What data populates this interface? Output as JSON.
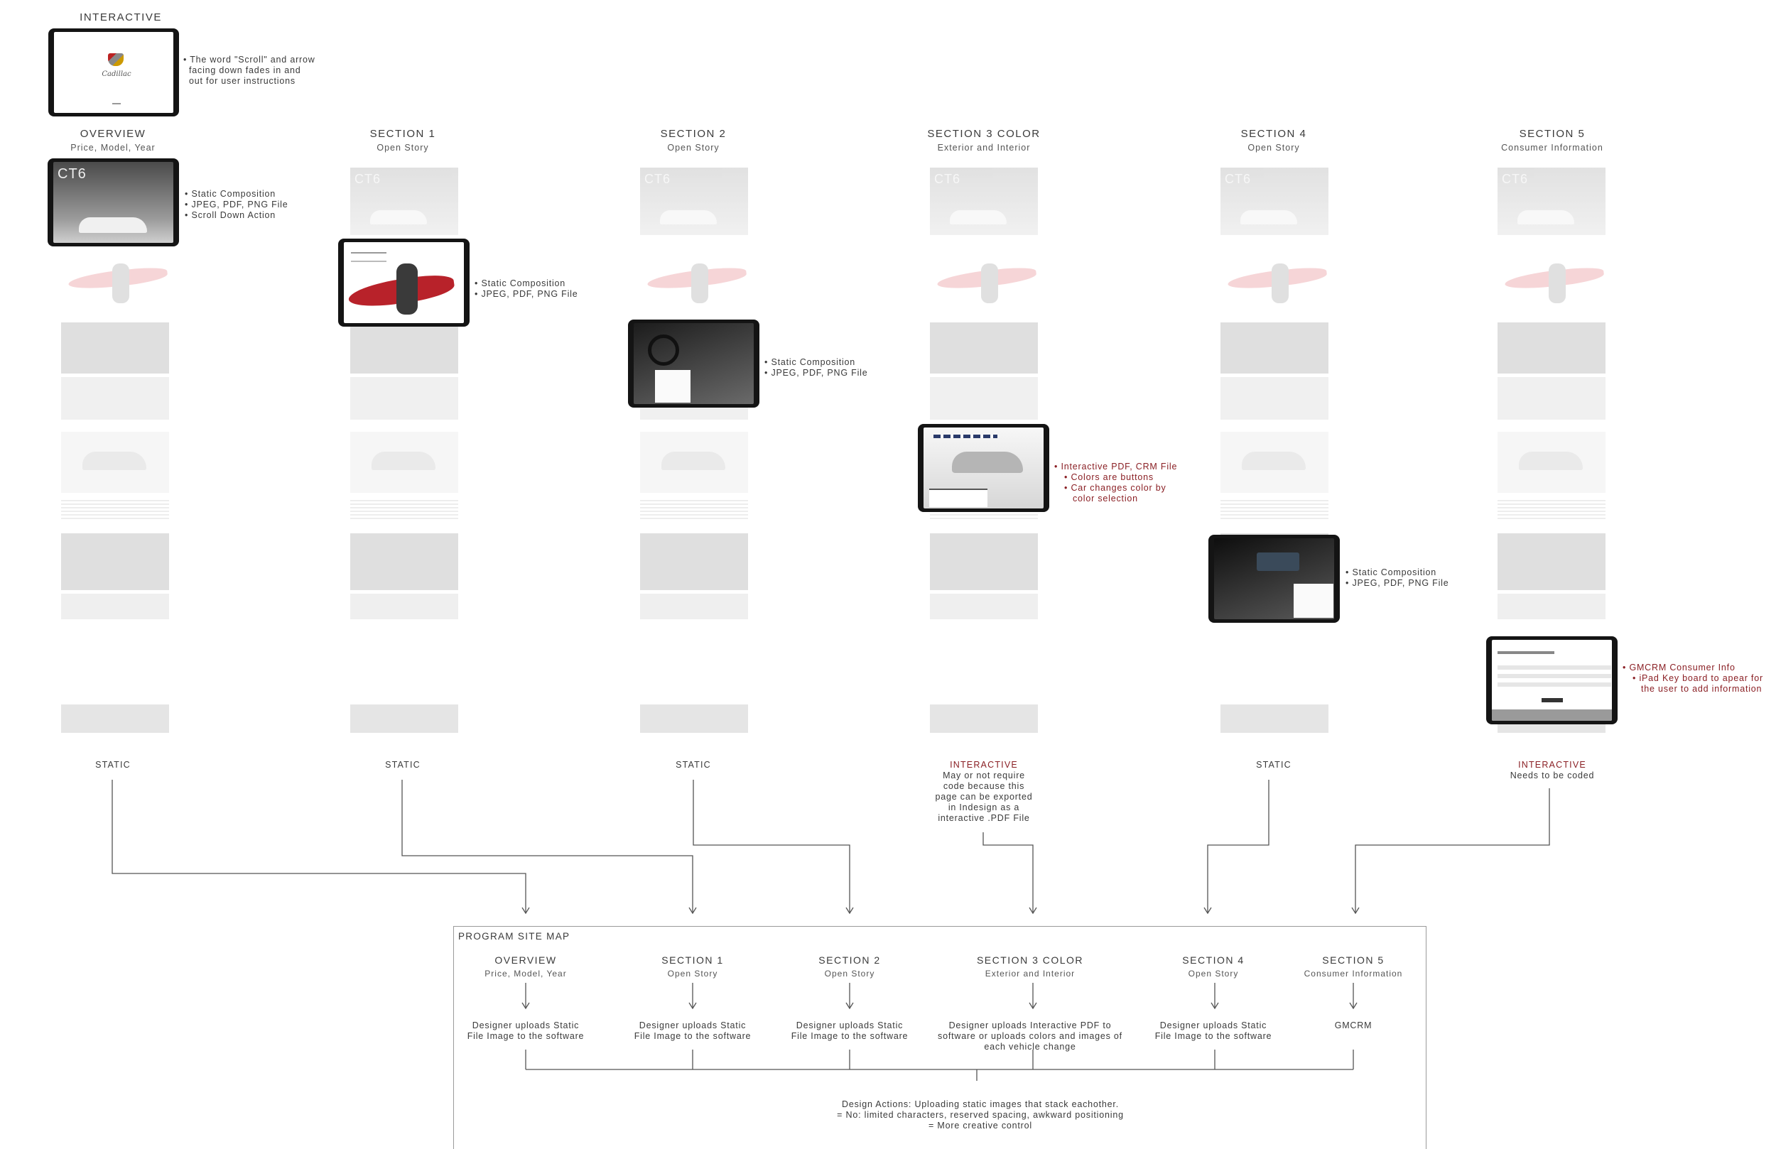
{
  "interactive_top": {
    "label": "INTERACTIVE",
    "note": "• The word \"Scroll\" and  arrow",
    "note2": "facing down  fades in and",
    "note3": "out for user instructions",
    "logo_text": "Cadillac"
  },
  "columns": [
    {
      "title": "OVERVIEW",
      "subtitle": "Price, Model, Year",
      "status": "STATIC",
      "status_type": "static",
      "notes": [
        "• Static Composition",
        "• JPEG, PDF, PNG File",
        "• Scroll Down Action"
      ]
    },
    {
      "title": "SECTION 1",
      "subtitle": "Open Story",
      "status": "STATIC",
      "status_type": "static",
      "notes": [
        "• Static Composition",
        "• JPEG, PDF, PNG File"
      ]
    },
    {
      "title": "SECTION 2",
      "subtitle": "Open Story",
      "status": "STATIC",
      "status_type": "static",
      "notes": [
        "• Static Composition",
        "• JPEG, PDF, PNG File"
      ]
    },
    {
      "title": "SECTION 3 COLOR",
      "subtitle": "Exterior and Interior",
      "status": "INTERACTIVE",
      "status_type": "interactive",
      "status_note": [
        "May or not require",
        "code because this",
        "page can be exported",
        "in Indesign as a",
        "interactive .PDF File"
      ],
      "notes": [
        "• Interactive PDF, CRM File",
        "• Colors are buttons",
        "• Car changes color by",
        "color selection"
      ]
    },
    {
      "title": "SECTION 4",
      "subtitle": "Open Story",
      "status": "STATIC",
      "status_type": "static",
      "notes": [
        "• Static Composition",
        "• JPEG, PDF, PNG File"
      ]
    },
    {
      "title": "SECTION 5",
      "subtitle": "Consumer Information",
      "status": "INTERACTIVE",
      "status_type": "interactive",
      "status_note": [
        "Needs to be coded"
      ],
      "notes": [
        "• GMCRM Consumer Info",
        "• iPad Key board to apear for",
        "the user to add information"
      ]
    }
  ],
  "hero_logo": "CT6",
  "site_map": {
    "title": "PROGRAM SITE MAP",
    "columns": [
      {
        "title": "OVERVIEW",
        "subtitle": "Price, Model, Year",
        "action": [
          "Designer uploads Static",
          "File Image to the software"
        ]
      },
      {
        "title": "SECTION 1",
        "subtitle": "Open Story",
        "action": [
          "Designer uploads Static",
          "File Image to the software"
        ]
      },
      {
        "title": "SECTION 2",
        "subtitle": "Open Story",
        "action": [
          "Designer uploads Static",
          "File Image to the software"
        ]
      },
      {
        "title": "SECTION 3 COLOR",
        "subtitle": "Exterior and Interior",
        "action": [
          "Designer uploads Interactive PDF to",
          "software or uploads colors and images of",
          "each vehicle change"
        ]
      },
      {
        "title": "SECTION 4",
        "subtitle": "Open Story",
        "action": [
          "Designer uploads Static",
          "File Image to the software"
        ]
      },
      {
        "title": "SECTION 5",
        "subtitle": "Consumer Information",
        "action": [
          "GMCRM"
        ]
      }
    ],
    "summary": [
      "Design Actions: Uploading static images that stack eachother.",
      "= No: limited characters, reserved spacing, awkward positioning",
      "= More creative control"
    ]
  },
  "colors": {
    "interactive": "#8a1f24",
    "text": "#3a3a3a",
    "line": "#555555"
  }
}
